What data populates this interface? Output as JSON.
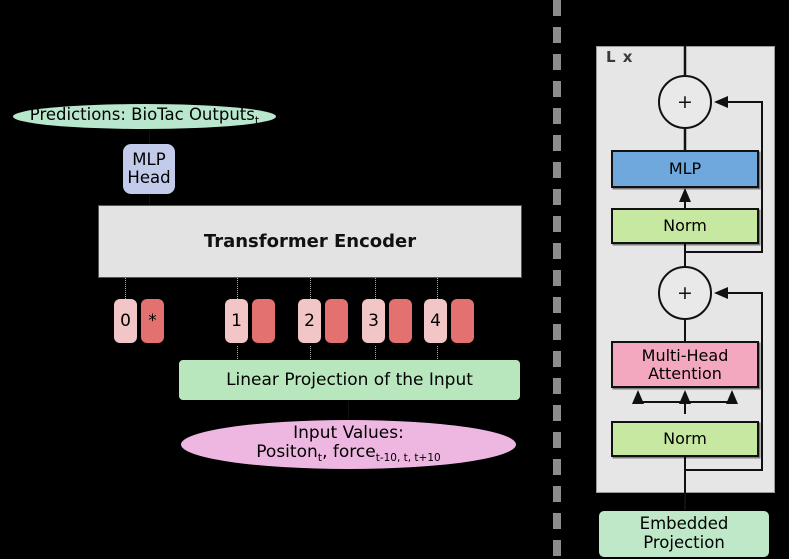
{
  "left": {
    "predictions": {
      "text": "Predictions: BioTac Outputs",
      "subscript": "t"
    },
    "mlp_head": {
      "line1": "MLP",
      "line2": "Head"
    },
    "encoder": {
      "label": "Transformer Encoder"
    },
    "linear_projection": {
      "label": "Linear Projection of the Input"
    },
    "input_values": {
      "line1": "Input Values:",
      "pos_word": "Positon",
      "pos_sub": "t",
      "comma": ", ",
      "force_word": "force",
      "force_sub": "t-10, t, t+10"
    },
    "tokens": [
      {
        "label": "0",
        "patch": "*"
      },
      {
        "label": "1",
        "patch": ""
      },
      {
        "label": "2",
        "patch": ""
      },
      {
        "label": "3",
        "patch": ""
      },
      {
        "label": "4",
        "patch": ""
      }
    ]
  },
  "right": {
    "repeat_label": "L x",
    "plus_top": "+",
    "plus_bottom": "+",
    "mlp": "MLP",
    "norm_upper": "Norm",
    "attention": {
      "line1": "Multi-Head",
      "line2": "Attention"
    },
    "norm_lower": "Norm",
    "embedded_projection": {
      "line1": "Embedded",
      "line2": "Projection"
    }
  },
  "colors": {
    "background": "#000000",
    "token_light": "#f2c6c6",
    "token_dark": "#e2716f",
    "encoder_gray": "#e3e3e3",
    "panel_gray": "#e6e6e6",
    "mlp_blue": "#6fa8dc",
    "norm_green": "#c6e8a0",
    "attention_pink": "#f4a8c0",
    "linear_green": "#b9e7bd",
    "prediction_green": "#b9e7cd",
    "input_pink": "#eeb7e2",
    "mlp_head_lavender": "#c3cbeb",
    "embedded_green": "#bfe8c8",
    "divider_gray": "#8c8c8c"
  }
}
